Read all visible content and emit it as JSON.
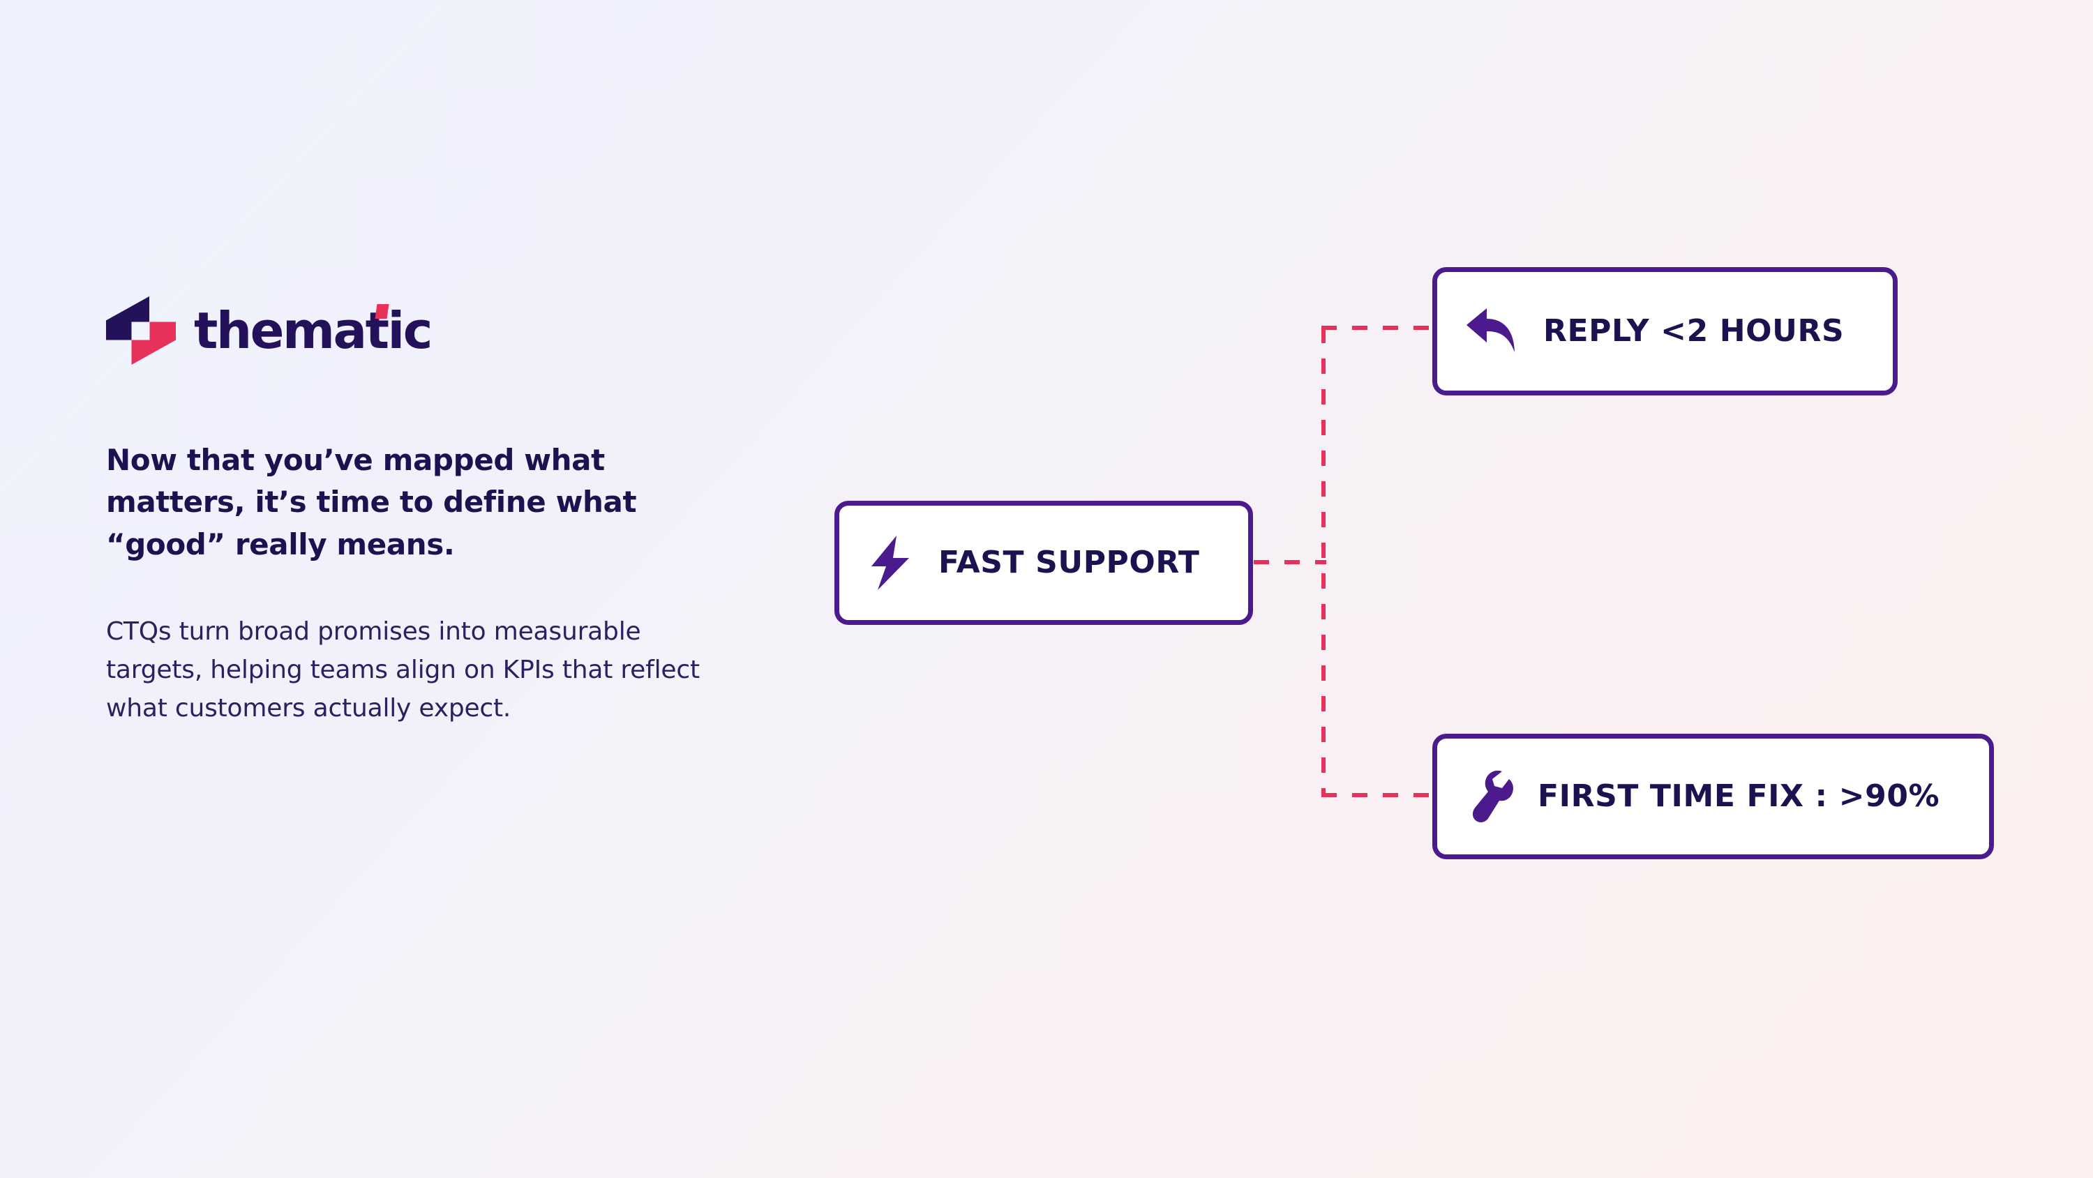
{
  "brand": {
    "logo_wordmark": "thematic",
    "logo_mark_name": "thematic-logo-mark",
    "navy": "#231159",
    "crimson": "#e8315a",
    "purple": "#4b1a8c"
  },
  "background": {
    "gradient_from": "#eef2fd",
    "gradient_to": "#fdf0ee"
  },
  "content": {
    "headline": "Now that you’ve mapped what matters, it’s time to define what “good” really means.",
    "body": "CTQs turn broad promises into measurable targets, helping teams align on KPIs that reflect what customers actually expect."
  },
  "diagram": {
    "connector_color": "#e8315a",
    "connector_style": "dashed",
    "nodes": [
      {
        "id": "fast-support",
        "label": "FAST SUPPORT",
        "icon": "lightning-bolt-icon",
        "icon_color": "#4b1a8c"
      },
      {
        "id": "reply",
        "label": "REPLY <2 HOURS",
        "icon": "reply-arrow-icon",
        "icon_color": "#4b1a8c"
      },
      {
        "id": "first-time-fix",
        "label": "FIRST TIME FIX : >90%",
        "icon": "wrench-icon",
        "icon_color": "#4b1a8c"
      }
    ]
  }
}
